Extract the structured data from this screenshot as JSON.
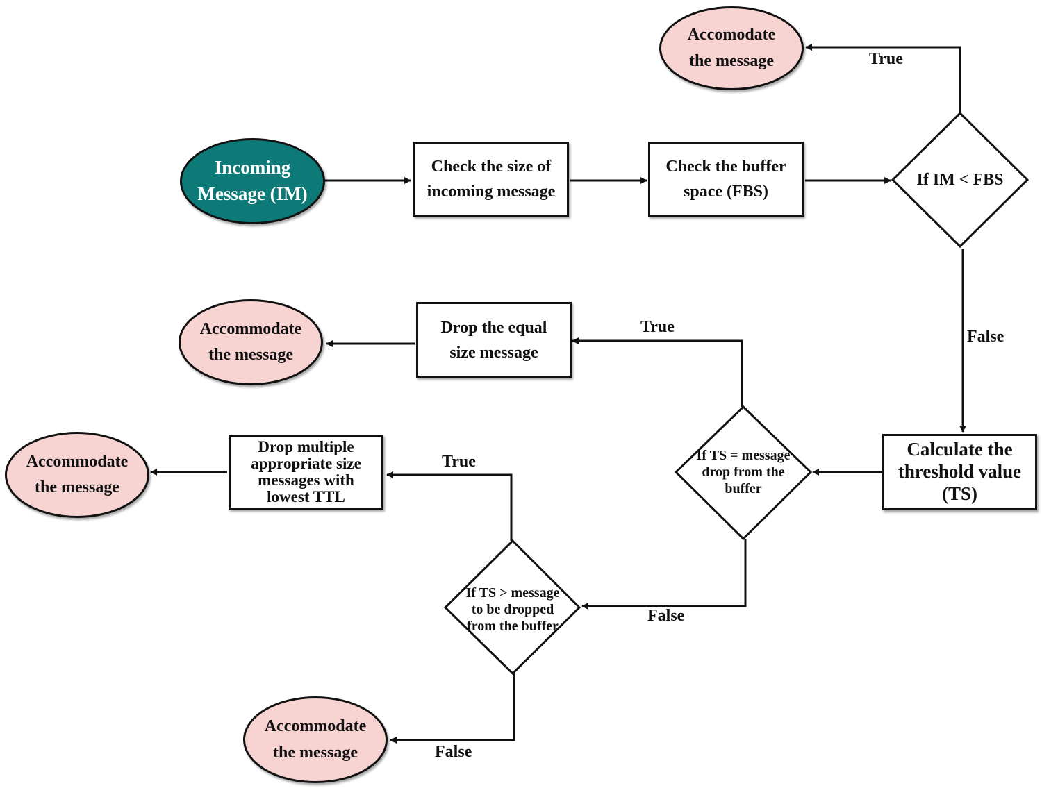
{
  "colors": {
    "start_fill": "#0e7a77",
    "start_text": "#ffffff",
    "end_fill": "#f7d3d2",
    "stroke": "#111111"
  },
  "nodes": {
    "incoming": "Incoming Message (IM)",
    "check_size": "Check the size of incoming message",
    "check_buffer": "Check the buffer space (FBS)",
    "if_im_fbs": "If IM < FBS",
    "accommodate_top": "Accomodate the message",
    "calc_threshold": "Calculate the threshold value (TS)",
    "if_ts_equal": "If TS = message drop from the buffer",
    "drop_equal": "Drop the equal size message",
    "accommodate_equal": "Accommodate the message",
    "if_ts_greater": "If TS > message to be dropped from the buffer",
    "drop_multiple": "Drop multiple appropriate size messages with lowest TTL",
    "accommodate_multiple": "Accommodate the message",
    "accommodate_bottom": "Accommodate the message"
  },
  "edge_labels": {
    "fbs_true": "True",
    "fbs_false": "False",
    "equal_true": "True",
    "equal_false": "False",
    "greater_true": "True",
    "greater_false": "False"
  }
}
